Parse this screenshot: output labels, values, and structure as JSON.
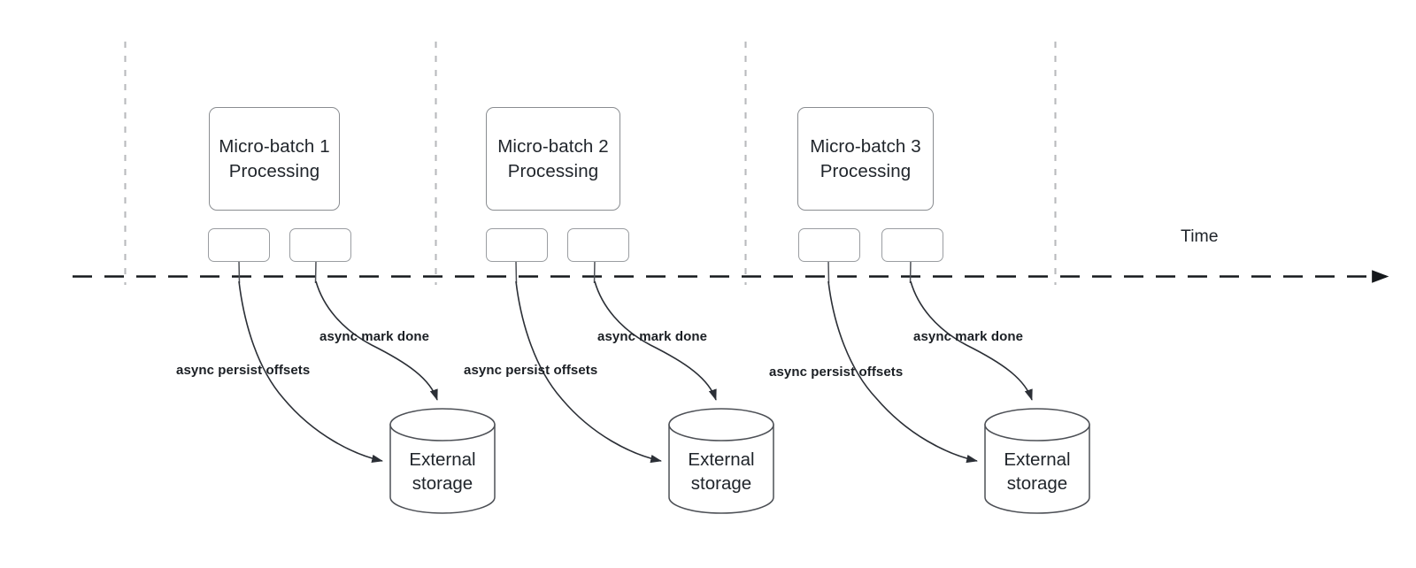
{
  "diagram": {
    "title_text": "",
    "colors": {
      "box_stroke": "#8a8d91",
      "mini_stroke": "#9a9da1",
      "cylinder_stroke": "#4d5056",
      "timeline": "#15181c",
      "tick_line": "#b9babd",
      "arrow": "#2b2f36",
      "text": "#20252b",
      "background": "#ffffff"
    },
    "timeline": {
      "axis_label": "Time",
      "axis_style": "dashed-arrow-right"
    },
    "ticks": [
      {
        "name": "tick-1"
      },
      {
        "name": "tick-2"
      },
      {
        "name": "tick-3"
      },
      {
        "name": "tick-4"
      }
    ],
    "batches": [
      {
        "id": "batch-1",
        "label": "Micro-batch 1\nProcessing",
        "tasks": [
          {
            "id": "batch-1-task-a",
            "label": ""
          },
          {
            "id": "batch-1-task-b",
            "label": ""
          }
        ],
        "edges": [
          {
            "id": "batch-1-persist",
            "label": "async persist offsets"
          },
          {
            "id": "batch-1-mark",
            "label": "async mark done"
          }
        ],
        "storage": {
          "id": "storage-1",
          "label": "External\nstorage"
        }
      },
      {
        "id": "batch-2",
        "label": "Micro-batch 2\nProcessing",
        "tasks": [
          {
            "id": "batch-2-task-a",
            "label": ""
          },
          {
            "id": "batch-2-task-b",
            "label": ""
          }
        ],
        "edges": [
          {
            "id": "batch-2-persist",
            "label": "async persist offsets"
          },
          {
            "id": "batch-2-mark",
            "label": "async mark done"
          }
        ],
        "storage": {
          "id": "storage-2",
          "label": "External\nstorage"
        }
      },
      {
        "id": "batch-3",
        "label": "Micro-batch 3\nProcessing",
        "tasks": [
          {
            "id": "batch-3-task-a",
            "label": ""
          },
          {
            "id": "batch-3-task-b",
            "label": ""
          }
        ],
        "edges": [
          {
            "id": "batch-3-persist",
            "label": "async persist offsets"
          },
          {
            "id": "batch-3-mark",
            "label": "async mark done"
          }
        ],
        "storage": {
          "id": "storage-3",
          "label": "External\nstorage"
        }
      }
    ]
  }
}
